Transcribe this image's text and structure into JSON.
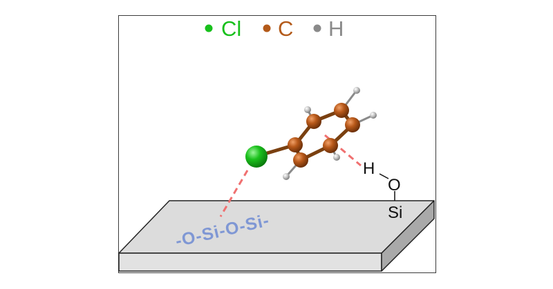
{
  "legend": [
    {
      "symbol": "Cl",
      "color": "#18c01c"
    },
    {
      "symbol": "C",
      "color": "#b35a1a"
    },
    {
      "symbol": "H",
      "color": "#8a8a8a"
    }
  ],
  "silanol": {
    "h_label": "H",
    "o_label": "O",
    "si_label": "Si"
  },
  "surface": {
    "label": "-O-Si-O-Si-",
    "top_color": "#dcdcdc",
    "front_color": "#e2e2e2",
    "side_color": "#a9a9a9"
  },
  "interaction_color": "#f07070"
}
